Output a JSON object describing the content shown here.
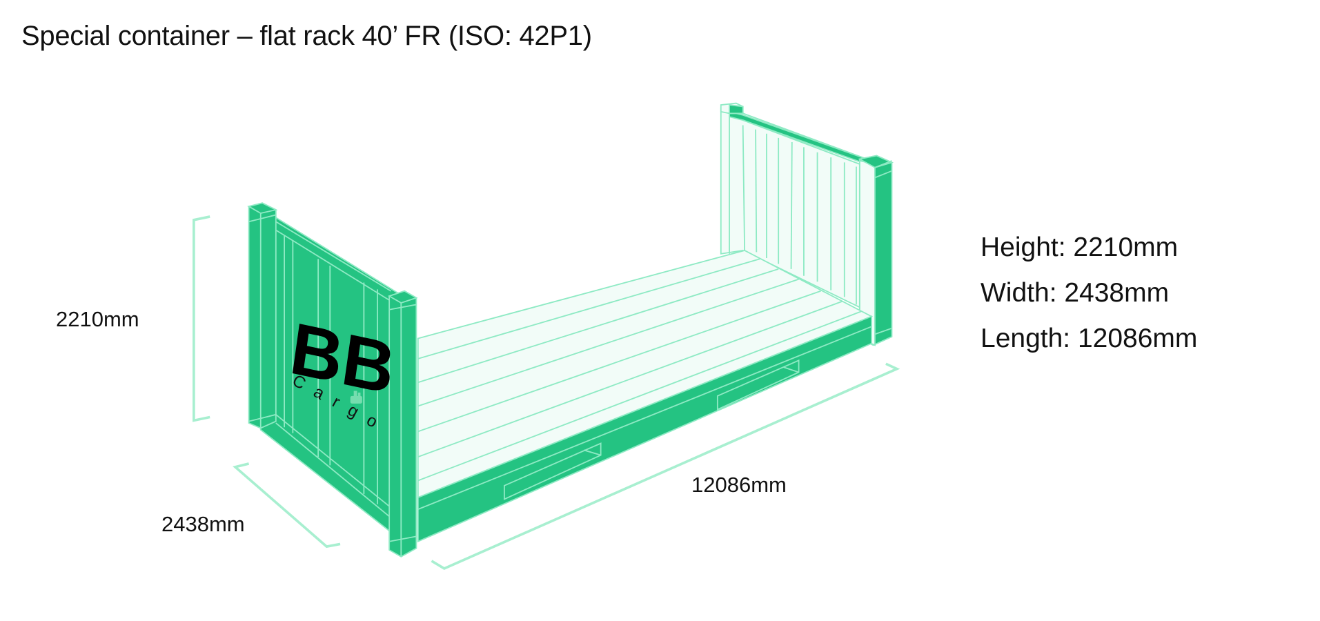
{
  "title": "Special container – flat rack 40’ FR (ISO: 42P1)",
  "colors": {
    "panel": "#24c382",
    "line": "#7fe8bc",
    "deck": "#f2fcf8",
    "text": "#111111"
  },
  "diagram": {
    "labels": {
      "height": "2210mm",
      "width": "2438mm",
      "length": "12086mm"
    },
    "logo": {
      "letters": "BB",
      "subtitle": "Cargo",
      "icon": "ship-icon"
    }
  },
  "specs": [
    {
      "label": "Height:",
      "value": "2210mm",
      "text": "Height: 2210mm"
    },
    {
      "label": "Width:",
      "value": "2438mm",
      "text": "Width: 2438mm"
    },
    {
      "label": "Length:",
      "value": "12086mm",
      "text": "Length: 12086mm"
    }
  ]
}
